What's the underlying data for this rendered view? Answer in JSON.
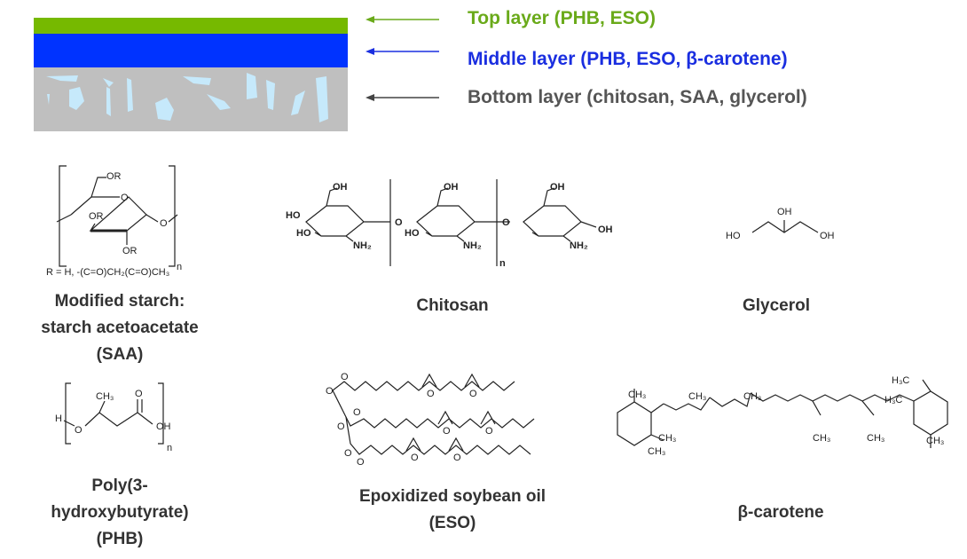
{
  "layers": {
    "top": {
      "label": "Top layer (PHB, ESO)",
      "color": "#6aaa1a"
    },
    "middle": {
      "label": "Middle layer (PHB, ESO, β-carotene)",
      "color": "#1a2ee0"
    },
    "bottom": {
      "label": "Bottom layer (chitosan, SAA, glycerol)",
      "color": "#555555"
    }
  },
  "compounds": {
    "saa": {
      "lines": [
        "Modified starch:",
        "starch acetoacetate",
        "(SAA)"
      ],
      "r_def": "R = H, -(C=O)CH₂(C=O)CH₃",
      "atoms": [
        "OR",
        "O",
        "OR",
        "OR",
        "O",
        "n"
      ]
    },
    "chitosan": {
      "name": "Chitosan",
      "atoms": [
        "OH",
        "HO",
        "HO",
        "NH₂",
        "O",
        "OH",
        "HO",
        "NH₂",
        "O",
        "OH",
        "NH₂",
        "OH",
        "n"
      ]
    },
    "glycerol": {
      "name": "Glycerol",
      "atoms": [
        "HO",
        "OH",
        "OH"
      ]
    },
    "phb": {
      "lines": [
        "Poly(3-",
        "hydroxybutyrate)",
        "(PHB)"
      ],
      "atoms": [
        "H",
        "O",
        "CH₃",
        "O",
        "OH",
        "n"
      ]
    },
    "eso": {
      "lines": [
        "Epoxidized soybean oil",
        "(ESO)"
      ],
      "atoms": [
        "O",
        "O",
        "O",
        "O",
        "O",
        "O",
        "O",
        "O",
        "O",
        "O",
        "O",
        "O"
      ]
    },
    "carotene": {
      "name": "β-carotene",
      "atoms": [
        "CH₃",
        "CH₃",
        "CH₃",
        "CH₃",
        "CH₃",
        "CH₃",
        "CH₃",
        "H₃C",
        "H₃C",
        "CH₃"
      ]
    }
  }
}
